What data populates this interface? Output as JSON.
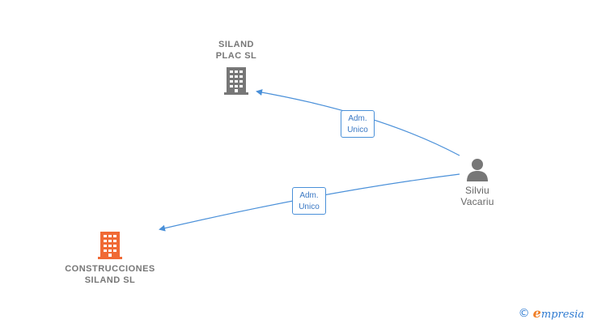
{
  "nodes": {
    "siland_plac": {
      "label_line1": "SILAND",
      "label_line2": "PLAC  SL",
      "icon": "building-icon",
      "color": "#777777"
    },
    "construcciones": {
      "label_line1": "CONSTRUCCIONES",
      "label_line2": "SILAND  SL",
      "icon": "building-icon",
      "color": "#f06a35"
    },
    "person": {
      "label_line1": "Silviu",
      "label_line2": "Vacariu",
      "icon": "person-icon",
      "color": "#777777"
    }
  },
  "edges": [
    {
      "from": "person",
      "to": "siland_plac",
      "label_line1": "Adm.",
      "label_line2": "Unico"
    },
    {
      "from": "person",
      "to": "construcciones",
      "label_line1": "Adm.",
      "label_line2": "Unico"
    }
  ],
  "colors": {
    "edge": "#4a90d9",
    "accent": "#f06a35"
  },
  "footer": {
    "copyright": "©",
    "brand_initial": "e",
    "brand_rest": "mpresia"
  }
}
